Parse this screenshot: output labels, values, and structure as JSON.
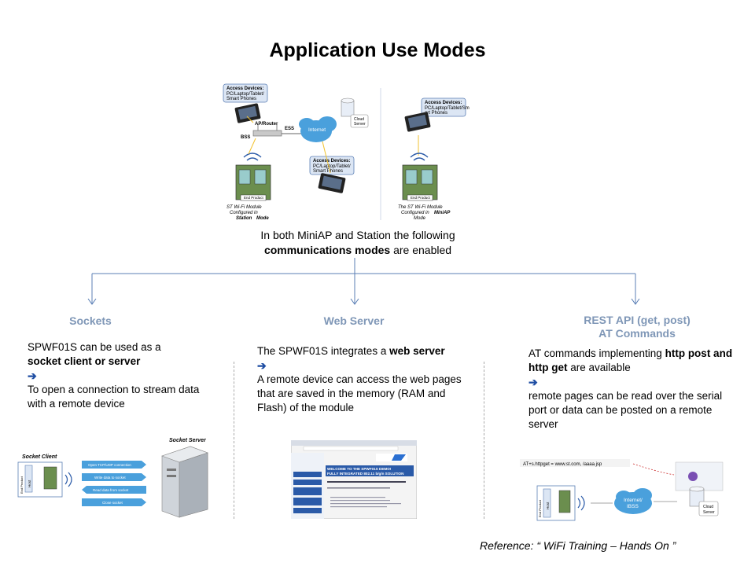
{
  "title": "Application Use Modes",
  "top_diagram": {
    "access_devices_title": "Access Devices:",
    "access_devices_1_text": [
      "PC/Laptop/Tablet/",
      "Smart Phones"
    ],
    "access_devices_2_text": [
      "PC/Laptop/Tablet/",
      "Smart Phones"
    ],
    "access_devices_3_text": [
      "PC/Laptop/Tablet/Sm",
      "art Phones"
    ],
    "ap_router": "AP/Router",
    "bss": "BSS",
    "ess": "ESS",
    "internet": "Internet",
    "cloud_server": [
      "Cloud",
      "Server"
    ],
    "end_product": "End Product",
    "station_caption": [
      "ST Wi-Fi Module",
      "Configured in",
      "Station",
      "Mode"
    ],
    "miniap_caption": [
      "The ST Wi-Fi Module",
      "Configured in",
      "MiniAP",
      "Mode"
    ]
  },
  "intro": {
    "line1": "In both MiniAP and Station the following",
    "bold": "communications modes",
    "line2_rest": " are enabled"
  },
  "columns": {
    "sockets": {
      "heading": "Sockets",
      "text1": "SPWF01S can be used as a",
      "bold1": "socket client or server",
      "arrow": "➔",
      "text2": "To open a connection to stream data with a remote device"
    },
    "web_server": {
      "heading": "Web Server",
      "text1": "The SPWF01S integrates a ",
      "bold1": "web server",
      "arrow": "➔",
      "text2": "A remote device can access the web pages that are saved in the memory (RAM and Flash) of the module"
    },
    "rest": {
      "heading_line1": "REST API (get, post)",
      "heading_line2": "AT Commands",
      "text1": "AT commands implementing ",
      "bold1": "http post and http get",
      "text1_rest": " are available",
      "arrow": "➔",
      "text2": "remote pages can be read over the serial port or data can be posted on a remote server"
    }
  },
  "socket_diagram": {
    "client_label": "Socket Client",
    "server_label": "Socket Server",
    "host": "Host",
    "end_product": "End Product",
    "steps": [
      "Open TCP/UDP connection",
      "Write data to socket",
      "Read data from socket",
      "Close socket"
    ]
  },
  "web_screenshot": {
    "banner1": "WELCOME TO THE SPWF01S DEMO!",
    "banner2": "FULLY INTEGRATED 802.11 b/g/n SOLUTION"
  },
  "rest_diagram": {
    "command": "AT+s.httpget = www.st.com, /aaaa.jsp",
    "internet": [
      "Internet/",
      "IBSS"
    ],
    "cloud_server": [
      "Cloud",
      "Server"
    ],
    "host": "Host",
    "end_product": "End Product"
  },
  "reference": "Reference: “ WiFi Training – Hands On ”",
  "colors": {
    "heading": "#7f97b7",
    "arrow": "#1f4ea3",
    "connector": "#5b7fb5"
  }
}
